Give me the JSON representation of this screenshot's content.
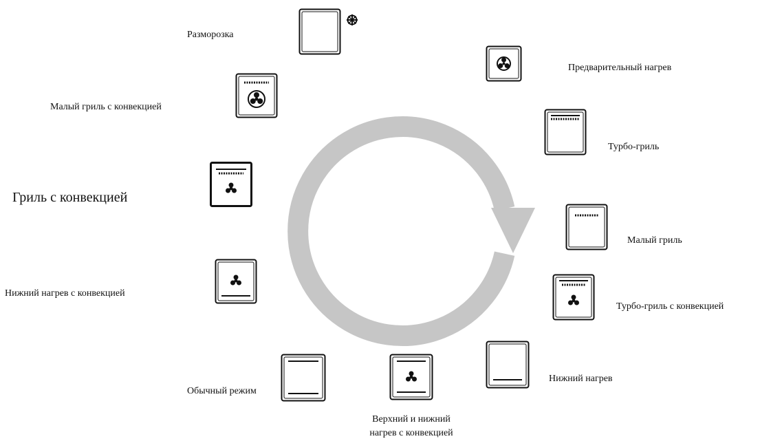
{
  "diagram": {
    "modes": [
      {
        "key": "defrost",
        "label": "Разморозка",
        "icon": "defrost-icon"
      },
      {
        "key": "preheat",
        "label": "Предварительный нагрев",
        "icon": "fan-icon"
      },
      {
        "key": "turbo_grill",
        "label": "Турбо-гриль",
        "icon": "full-grill-icon"
      },
      {
        "key": "small_grill",
        "label": "Малый гриль",
        "icon": "small-grill-icon"
      },
      {
        "key": "turbo_grill_convection",
        "label": "Турбо-гриль с конвекцией",
        "icon": "grill-fan-icon"
      },
      {
        "key": "bottom_heat",
        "label": "Нижний нагрев",
        "icon": "bottom-heat-icon"
      },
      {
        "key": "top_bottom_convection",
        "label": "Верхний и нижний нагрев с конвекцией",
        "label_line1": "Верхний и нижний",
        "label_line2": "нагрев с конвекцией",
        "icon": "top-bottom-fan-icon"
      },
      {
        "key": "conventional",
        "label": "Обычный режим",
        "icon": "top-bottom-heat-icon"
      },
      {
        "key": "bottom_heat_convection",
        "label": "Нижний нагрев с конвекцией",
        "icon": "bottom-fan-icon"
      },
      {
        "key": "grill_convection",
        "label": "Гриль с конвекцией",
        "icon": "grill-fan-icon"
      },
      {
        "key": "small_grill_convection",
        "label": "Малый гриль с конвекцией",
        "icon": "small-grill-fan-icon"
      }
    ],
    "cycle_arrow": {
      "direction": "clockwise",
      "color": "#c6c6c6"
    }
  }
}
